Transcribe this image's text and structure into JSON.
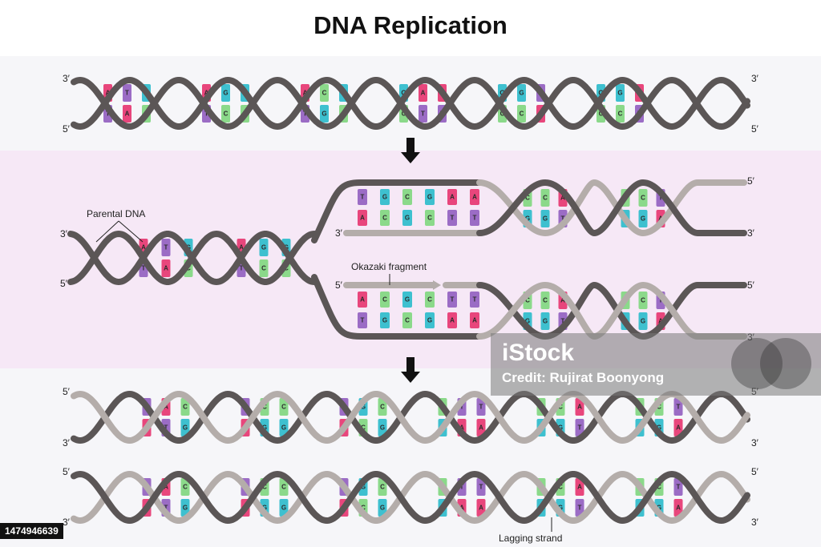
{
  "title": "DNA Replication",
  "colors": {
    "parental_strand": "#5b5656",
    "new_strand": "#b4adaa",
    "band_light": "#f6f6f9",
    "band_pink": "#f6e8f6",
    "A": "#e8467c",
    "T": "#9b6cc5",
    "G": "#3ec0cf",
    "C": "#8bd98a"
  },
  "labels": {
    "three_prime": "3′",
    "five_prime": "5′",
    "parental_dna": "Parental DNA",
    "okazaki_fragment": "Okazaki fragment",
    "lagging_strand": "Lagging strand"
  },
  "sequences": {
    "parent_top_strand": [
      "A",
      "T",
      "G",
      "A",
      "G",
      "G",
      "A",
      "C",
      "G",
      "G",
      "A",
      "A",
      "G",
      "G",
      "T",
      "G",
      "G",
      "A"
    ],
    "parent_bottom_strand": [
      "T",
      "A",
      "C",
      "T",
      "C",
      "C",
      "T",
      "G",
      "C",
      "C",
      "T",
      "T",
      "C",
      "C",
      "A",
      "C",
      "C",
      "T"
    ],
    "fork_unreplicated_top": [
      "A",
      "T",
      "G",
      "A",
      "G",
      "G"
    ],
    "fork_unreplicated_bottom": [
      "T",
      "A",
      "C",
      "T",
      "C",
      "C"
    ],
    "fork_upper_new": [
      "T",
      "G",
      "C",
      "G",
      "A",
      "A"
    ],
    "fork_upper_template": [
      "A",
      "C",
      "G",
      "C",
      "T",
      "T"
    ],
    "fork_upper_helix_top": [
      "C",
      "C",
      "A",
      "C",
      "C",
      "T"
    ],
    "fork_upper_helix_bottom": [
      "G",
      "G",
      "T",
      "G",
      "G",
      "A"
    ],
    "fork_lower_new": [
      "A",
      "C",
      "G",
      "C",
      "T",
      "T"
    ],
    "fork_lower_template": [
      "T",
      "G",
      "C",
      "G",
      "A",
      "A"
    ],
    "fork_lower_helix_top": [
      "C",
      "C",
      "A",
      "C",
      "C",
      "T"
    ],
    "fork_lower_helix_bottom": [
      "G",
      "G",
      "T",
      "G",
      "G",
      "A"
    ],
    "daughter_top_strand": [
      "T",
      "A",
      "C",
      "T",
      "C",
      "C",
      "T",
      "G",
      "C",
      "C",
      "T",
      "T",
      "C",
      "C",
      "A",
      "C",
      "C",
      "T"
    ],
    "daughter_bottom_strand": [
      "A",
      "T",
      "G",
      "A",
      "G",
      "G",
      "A",
      "C",
      "G",
      "G",
      "A",
      "A",
      "G",
      "G",
      "T",
      "G",
      "G",
      "A"
    ]
  },
  "watermark": {
    "logo": "iStock",
    "credit": "Credit: Rujirat Boonyong",
    "stock_id": "1474946639"
  }
}
